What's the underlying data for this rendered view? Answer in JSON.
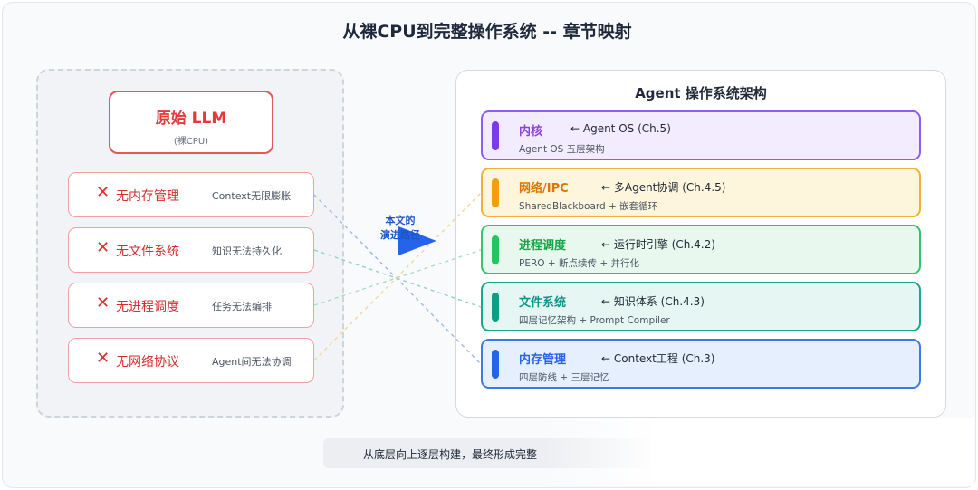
{
  "title": "从裸CPU到完整操作系统 -- 章节映射",
  "left": {
    "llm_title": "原始 LLM",
    "llm_sub": "(裸CPU)",
    "lacks": [
      {
        "icon": "cross-icon",
        "mark": "✕",
        "name": "无内存管理",
        "desc": "Context无限膨胀"
      },
      {
        "icon": "cross-icon",
        "mark": "✕",
        "name": "无文件系统",
        "desc": "知识无法持久化"
      },
      {
        "icon": "cross-icon",
        "mark": "✕",
        "name": "无进程调度",
        "desc": "任务无法编排"
      },
      {
        "icon": "cross-icon",
        "mark": "✕",
        "name": "无网络协议",
        "desc": "Agent间无法协调"
      }
    ]
  },
  "middle": {
    "label_line1": "本文的",
    "label_line2": "演进路径",
    "arrow_color": "#2563eb"
  },
  "right": {
    "title": "Agent 操作系统架构",
    "layers": [
      {
        "name": "内核",
        "map": "← Agent OS (Ch.5)",
        "desc": "Agent OS 五层架构",
        "color": "#8b3fdd",
        "bg": "#f1e9fd",
        "bar": "#7c3aed"
      },
      {
        "name": "网络/IPC",
        "map": "← 多Agent协调 (Ch.4.5)",
        "desc": "SharedBlackboard + 嵌套循环",
        "color": "#d97706",
        "bg": "#fdf6dd",
        "bar": "#f59e0b"
      },
      {
        "name": "进程调度",
        "map": "← 运行时引擎 (Ch.4.2)",
        "desc": "PERO + 断点续传 + 并行化",
        "color": "#16a34a",
        "bg": "#e9f9ef",
        "bar": "#22c55e"
      },
      {
        "name": "文件系统",
        "map": "← 知识体系 (Ch.4.3)",
        "desc": "四层记忆架构 + Prompt Compiler",
        "color": "#0d9488",
        "bg": "#e6f7f4",
        "bar": "#0f9d84"
      },
      {
        "name": "内存管理",
        "map": "← Context工程 (Ch.3)",
        "desc": "四层防线 + 三层记忆",
        "color": "#2563eb",
        "bg": "#e7f0fd",
        "bar": "#2563eb"
      }
    ]
  },
  "footer": "从底层向上逐层构建，最终形成完整"
}
